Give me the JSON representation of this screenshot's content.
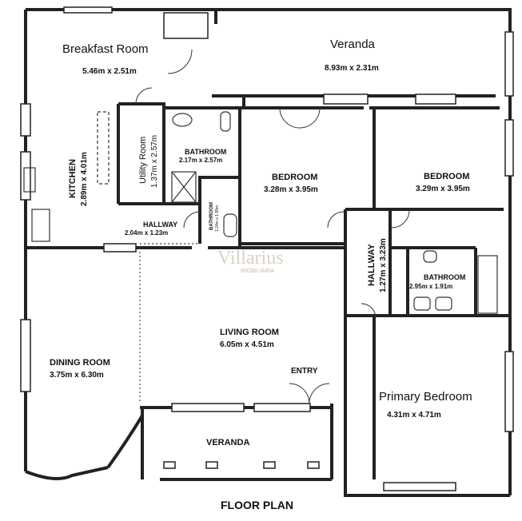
{
  "title": "FLOOR PLAN",
  "watermark": {
    "brand": "Villarius",
    "sub": "IMOBILIÁRIA"
  },
  "rooms": {
    "breakfast": {
      "name": "Breakfast Room",
      "dim": "5.46m x 2.51m"
    },
    "veranda_top": {
      "name": "Veranda",
      "dim": "8.93m x 2.31m"
    },
    "kitchen": {
      "name": "KITCHEN",
      "dim": "2.89m x 4.01m"
    },
    "utility": {
      "name": "Utility Room",
      "dim": "1.37m x 2.57m"
    },
    "bathroom1": {
      "name": "BATHROOM",
      "dim": "2.17m x 2.57m"
    },
    "bathroom_small": {
      "name": "BATHROOM",
      "dim": "1.24m x 1.99m"
    },
    "bedroom1": {
      "name": "BEDROOM",
      "dim": "3.28m x 3.95m"
    },
    "bedroom2": {
      "name": "BEDROOM",
      "dim": "3.29m x 3.95m"
    },
    "hallway1": {
      "name": "HALLWAY",
      "dim": "2.04m x 1.23m"
    },
    "hallway2": {
      "name": "HALLWAY",
      "dim": "1.27m x 3.23m"
    },
    "bathroom2": {
      "name": "BATHROOM",
      "dim": "2.95m x 1.91m"
    },
    "living": {
      "name": "LIVING ROOM",
      "dim": "6.05m x 4.51m"
    },
    "dining": {
      "name": "DINING ROOM",
      "dim": "3.75m x 6.30m"
    },
    "entry": {
      "name": "ENTRY"
    },
    "primary": {
      "name": "Primary Bedroom",
      "dim": "4.31m x 4.71m"
    },
    "veranda_bottom": {
      "name": "VERANDA"
    }
  }
}
